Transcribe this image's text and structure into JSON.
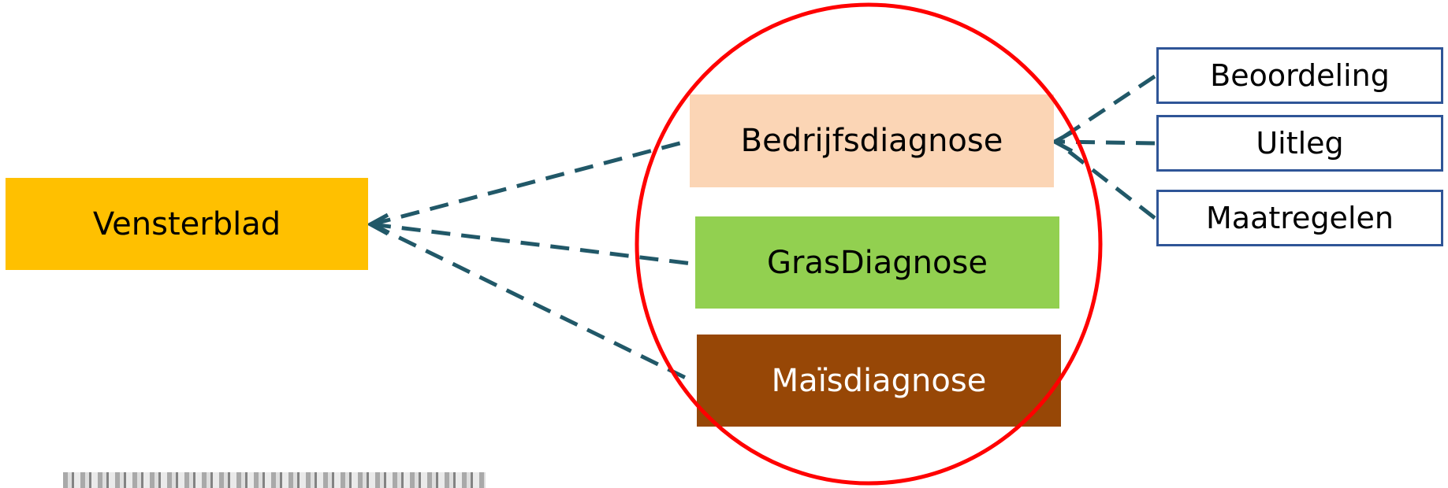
{
  "nodes": {
    "vensterblad": {
      "label": "Vensterblad",
      "color": "#ffc000"
    },
    "bedrijfsdiagnose": {
      "label": "Bedrijfsdiagnose",
      "color": "#fbd5b5"
    },
    "grasdiagnose": {
      "label": "GrasDiagnose",
      "color": "#92d050"
    },
    "maisdiagnose": {
      "label": "Maïsdiagnose",
      "color": "#974706",
      "text_color": "#ffffff"
    }
  },
  "sub_items": {
    "beoordeling": "Beoordeling",
    "uitleg": "Uitleg",
    "maatregelen": "Maatregelen",
    "border_color": "#2f5597"
  },
  "colors": {
    "connector": "#215868",
    "highlight_circle": "#ff0000"
  }
}
